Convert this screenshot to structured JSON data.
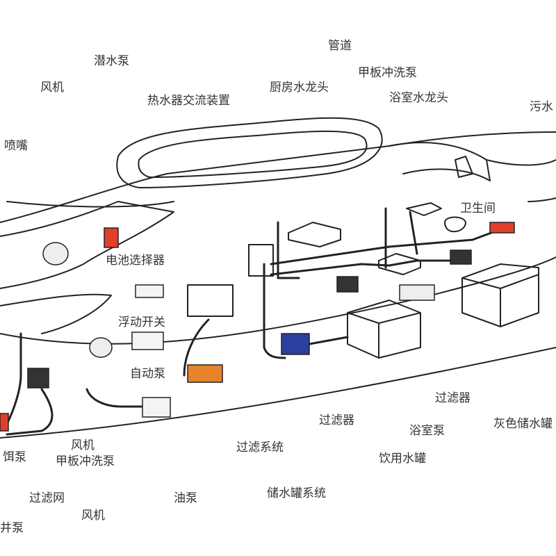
{
  "labels": {
    "qianshuibeng": "潜水泵",
    "guandao": "管道",
    "fengji_top": "风机",
    "jiaban_top": "甲板冲洗泵",
    "reshuiqi": "热水器交流装置",
    "chufang": "厨房水龙头",
    "yushi_tap": "浴室水龙头",
    "wushui": "污水",
    "penzui": "喷嘴",
    "weishengjian": "卫生间",
    "dianchi": "电池选择器",
    "fudong": "浮动开关",
    "zidong": "自动泵",
    "guolvqi_right": "过滤器",
    "guolvqi_mid": "过滤器",
    "yushibeng": "浴室泵",
    "huise": "灰色储水罐",
    "fengji_bottom1": "风机",
    "jiaban_bottom": "甲板冲洗泵",
    "erbeng": "饵泵",
    "guolv_xitong": "过滤系统",
    "yinyong": "饮用水罐",
    "guolvwang": "过滤网",
    "youbeng": "油泵",
    "chushui": "储水罐系统",
    "fengji_bottom2": "风机",
    "jingbeng": "井泵"
  },
  "colors": {
    "line": "#222222",
    "pump_red": "#e0402a",
    "pump_blue": "#2a3f9e",
    "pump_orange": "#e7832a",
    "text": "#333333"
  }
}
